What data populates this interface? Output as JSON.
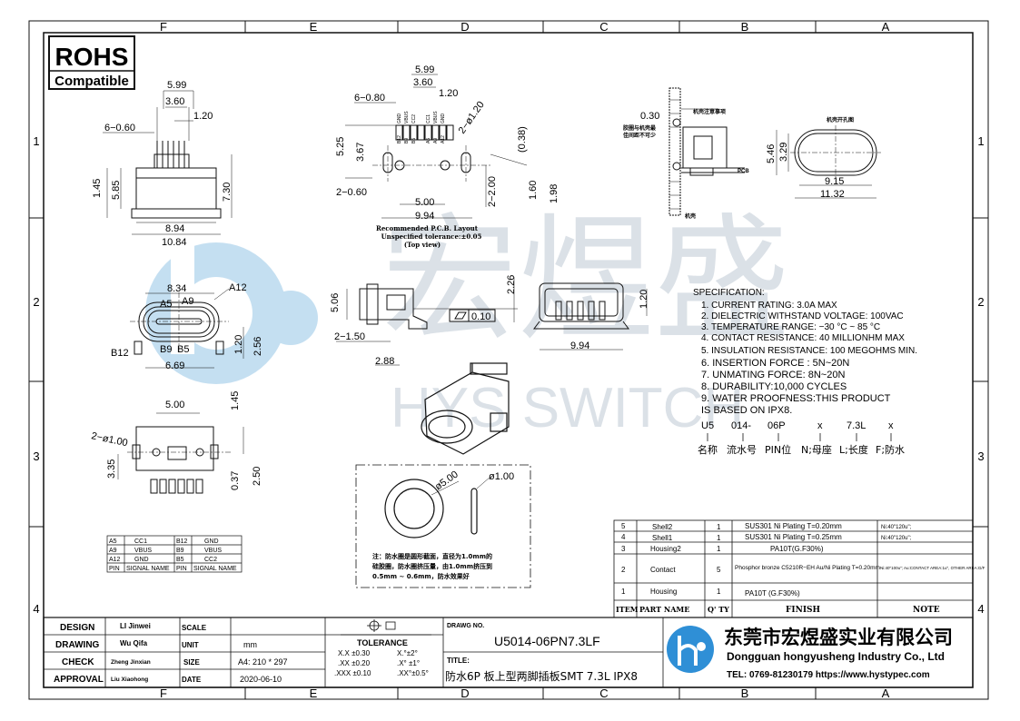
{
  "border": {
    "cols": [
      "F",
      "E",
      "D",
      "C",
      "B",
      "A"
    ],
    "rows": [
      "1",
      "2",
      "3",
      "4"
    ]
  },
  "rohs": {
    "line1": "ROHS",
    "line2": "Compatible"
  },
  "watermark": {
    "cn": "宏煜盛",
    "en": "HYS SWITCH"
  },
  "dims_front": {
    "d599": "5.99",
    "d360": "3.60",
    "d120": "1.20",
    "d6x060": "6−0.60",
    "d145": "1.45",
    "d585": "5.85",
    "d730": "7.30",
    "d894": "8.94",
    "d1084": "10.84"
  },
  "dims_pcb": {
    "d599": "5.99",
    "d360": "3.60",
    "d120": "1.20",
    "d6x080": "6−0.80",
    "d2phi120": "2−ø1.20",
    "d525": "5.25",
    "d367": "3.67",
    "d038": "(0.38)",
    "d2x060": "2−0.60",
    "d500": "5.00",
    "d994": "9.94",
    "d2x200": "2−2.00",
    "d160": "1.60",
    "d198": "1.98",
    "pins": [
      "GND",
      "VBUS",
      "CC2",
      "CC1",
      "VBUS",
      "GND"
    ],
    "pinnos": [
      "B12",
      "B9",
      "B5",
      "A5",
      "A9",
      "A12"
    ],
    "note1": "Recommended P.C.B. Layout",
    "note2": "Unspecified tolerance:±0.05",
    "note3": "(Top view)"
  },
  "dims_panel": {
    "d030": "0.30",
    "n1": "机壳注意事项",
    "n2": "胶圈与机壳最",
    "n3": "佳间距不可少",
    "pcb": "PCB",
    "shell": "机壳",
    "hole": "机壳开孔图",
    "d329": "3.29",
    "d546": "5.46",
    "d915": "9.15",
    "d1132": "11.32"
  },
  "dims_end": {
    "d834": "8.34",
    "a12": "A12",
    "a5": "A5",
    "a9": "A9",
    "b12": "B12",
    "b9": "B9",
    "b5": "B5",
    "d669": "6.69",
    "d120": "1.20",
    "d256": "2.56"
  },
  "dims_side": {
    "d506": "5.06",
    "d226": "2.26",
    "d2x150": "2−1.50",
    "d288": "2.88",
    "flat": "0.10"
  },
  "dims_rear": {
    "d120": "1.20",
    "d994": "9.94"
  },
  "dims_bottom": {
    "d500": "5.00",
    "d145": "1.45",
    "d2phi100": "2−ø1.00",
    "d335": "3.35",
    "d037": "0.37",
    "d250": "2.50"
  },
  "oring": {
    "d500": "ø5.00",
    "d100": "ø1.00",
    "note": [
      "注：防水圈是圆形截面，直径为1.0mm的",
      "硅胶圈，防水圈挤压量，由1.0mm挤压到",
      "0.5mm ~ 0.6mm，防水效果好"
    ]
  },
  "spec": {
    "title": "SPECIFICATION:",
    "lines": [
      "1. CURRENT RATING: 3.0A MAX",
      "2. DIELECTRIC WITHSTAND VOLTAGE: 100VAC",
      "3. TEMPERATURE RANGE: −30 °C ~ 85 °C",
      "4. CONTACT RESISTANCE: 40 MILLIONHM MAX",
      "5. INSULATION RESISTANCE: 100 MEGOHMS MIN.",
      "6.  INSERTION FORCE : 5N~20N",
      "7.  UNMATING FORCE: 8N~20N",
      "8.  DURABILITY:10,000  CYCLES",
      "9.  WATER PROOFNESS:THIS PRODUCT",
      "     IS BASED ON IPX8."
    ],
    "code": [
      "U5",
      "014-",
      "06P",
      "x",
      "7.3L",
      "x"
    ],
    "codenames": [
      "名称",
      "流水号",
      "PIN位",
      "N;母座",
      "L;长度",
      "F;防水"
    ]
  },
  "signal_table": {
    "rows": [
      [
        "A5",
        "CC1",
        "B12",
        "GND"
      ],
      [
        "A9",
        "VBUS",
        "B9",
        "VBUS"
      ],
      [
        "A12",
        "GND",
        "B5",
        "CC2"
      ],
      [
        "PIN",
        "SIGNAL NAME",
        "PIN",
        "SIGNAL NAME"
      ]
    ]
  },
  "bom": {
    "rows": [
      {
        "item": "5",
        "part": "Shell2",
        "qty": "1",
        "finish": "SUS301  Ni   Plating  T=0.20mm",
        "note": "Ni:40\"120u\";"
      },
      {
        "item": "4",
        "part": "Shell1",
        "qty": "1",
        "finish": "SUS301  Ni   Plating  T=0.25mm",
        "note": "Ni:40\"120u\";"
      },
      {
        "item": "3",
        "part": "Housing2",
        "qty": "1",
        "finish": "PA10T(G.F30%)",
        "note": ""
      },
      {
        "item": "2",
        "part": "Contact",
        "qty": "5",
        "finish": "Phosphor  bronze  C5210R−EH  Au/Ni   Plating    T=0.20mm",
        "note": "Ni:40\"100u\"; Au:CONTACT AREA:1u\", OTHER AREA:G/F"
      },
      {
        "item": "1",
        "part": "Housing",
        "qty": "1",
        "finish": "PA10T  (G.F30%)",
        "note": ""
      }
    ],
    "header": {
      "item": "ITEM",
      "part": "PART   NAME",
      "qty": "Q' TY",
      "finish": "FINISH",
      "note": "NOTE"
    }
  },
  "titleblock": {
    "design_l": "DESIGN",
    "design_v": "LI Jinwei",
    "drawing_l": "DRAWING",
    "drawing_v": "Wu Qifa",
    "check_l": "CHECK",
    "check_v": "Zheng Jinxian",
    "approval_l": "APPROVAL",
    "approval_v": "Liu Xiaohong",
    "scale_l": "SCALE",
    "unit_l": "UNIT",
    "unit_v": "mm",
    "size_l": "SIZE",
    "size_v": "A4: 210 * 297",
    "date_l": "DATE",
    "date_v": "2020-06-10",
    "tol_title": "TOLERANCE",
    "tol": [
      [
        "X.X  ±0.30",
        "X.°±2°"
      ],
      [
        ".XX  ±0.20",
        ".X° ±1°"
      ],
      [
        ".XXX  ±0.10",
        ".XX°±0.5°"
      ]
    ],
    "dwgno_l": "DRAWG NO.",
    "dwgno_v": "U5014-06PN7.3LF",
    "title_l": "TITLE:",
    "title_v": "防水6P 板上型两脚插板SMT 7.3L IPX8",
    "company_cn": "东莞市宏煜盛实业有限公司",
    "company_en": "Dongguan hongyusheng Industry Co., Ltd",
    "contact": "TEL: 0769-81230179  https://www.hystypec.com"
  },
  "colors": {
    "ink": "#111111",
    "watermark": "#5aa5d8",
    "logo": "#2f8fd6"
  }
}
